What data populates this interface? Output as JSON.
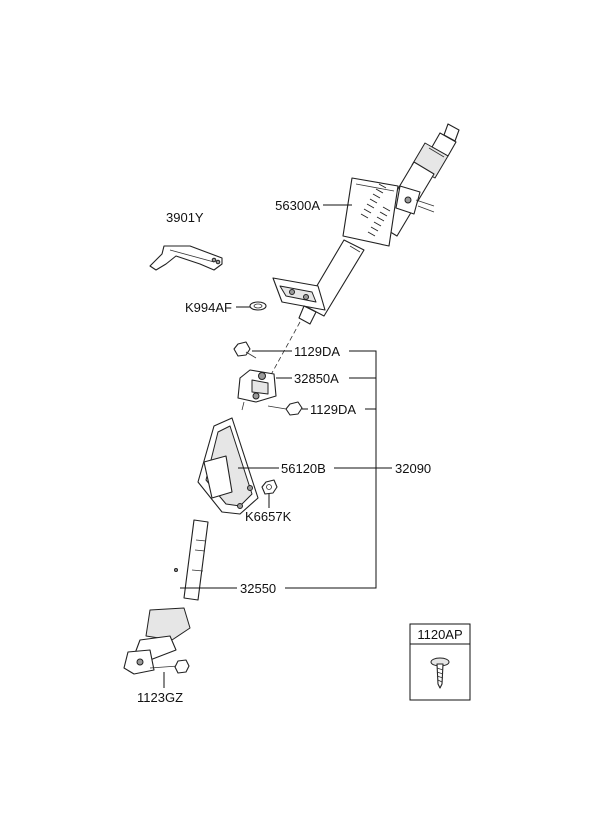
{
  "diagram": {
    "labels": {
      "p56300A": "56300A",
      "p3901Y": "3901Y",
      "pK994AF": "K994AF",
      "p1129DA_top": "1129DA",
      "p32850A": "32850A",
      "p1129DA_mid": "1129DA",
      "p56120B": "56120B",
      "p32090": "32090",
      "pK6657K": "K6657K",
      "p32550": "32550",
      "p1123GZ": "1123GZ",
      "p1120AP": "1120AP"
    }
  }
}
